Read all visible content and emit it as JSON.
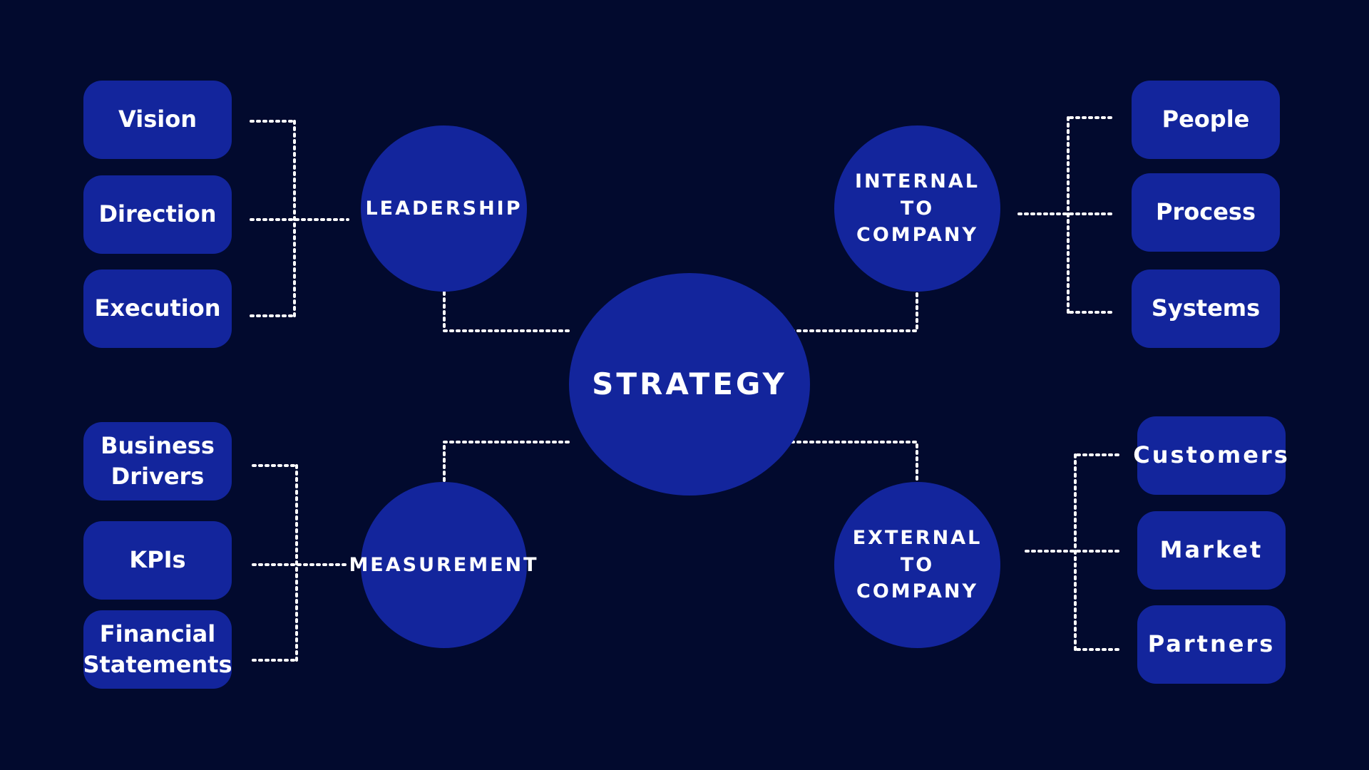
{
  "colors": {
    "background": "#020a2e",
    "node": "#13259c",
    "line": "#ffffff"
  },
  "center": {
    "label": "STRATEGY"
  },
  "hubs": {
    "leadership": {
      "lines": [
        "LEADERSHIP"
      ]
    },
    "internal": {
      "lines": [
        "INTERNAL",
        "TO",
        "COMPANY"
      ]
    },
    "measurement": {
      "lines": [
        "MEASUREMENT"
      ]
    },
    "external": {
      "lines": [
        "EXTERNAL",
        "TO",
        "COMPANY"
      ]
    }
  },
  "leaves": {
    "leadership": [
      {
        "lines": [
          "Vision"
        ]
      },
      {
        "lines": [
          "Direction"
        ]
      },
      {
        "lines": [
          "Execution"
        ]
      }
    ],
    "internal": [
      {
        "lines": [
          "People"
        ]
      },
      {
        "lines": [
          "Process"
        ]
      },
      {
        "lines": [
          "Systems"
        ]
      }
    ],
    "measurement": [
      {
        "lines": [
          "Business",
          "Drivers"
        ]
      },
      {
        "lines": [
          "KPIs"
        ]
      },
      {
        "lines": [
          "Financial",
          "Statements"
        ]
      }
    ],
    "external": [
      {
        "lines": [
          "Customers"
        ]
      },
      {
        "lines": [
          "Market"
        ]
      },
      {
        "lines": [
          "Partners"
        ]
      }
    ]
  }
}
